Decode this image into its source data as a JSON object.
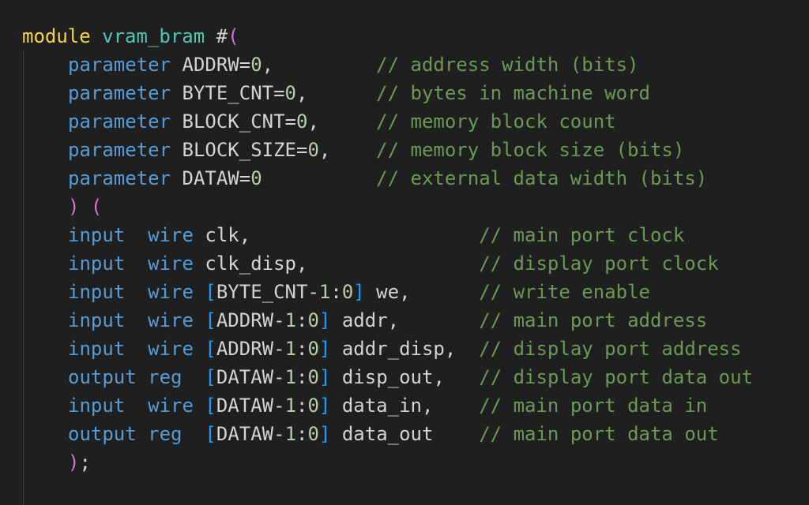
{
  "code": {
    "line1": {
      "module_kw": "module",
      "name": "vram_bram",
      "hash": "#",
      "paren": "("
    },
    "params": [
      {
        "kw": "parameter",
        "name": "ADDRW",
        "eq": "=",
        "val": "0",
        "sep": ",",
        "comment": "// address width (bits)"
      },
      {
        "kw": "parameter",
        "name": "BYTE_CNT",
        "eq": "=",
        "val": "0",
        "sep": ",",
        "comment": "// bytes in machine word"
      },
      {
        "kw": "parameter",
        "name": "BLOCK_CNT",
        "eq": "=",
        "val": "0",
        "sep": ",",
        "comment": "// memory block count"
      },
      {
        "kw": "parameter",
        "name": "BLOCK_SIZE",
        "eq": "=",
        "val": "0",
        "sep": ",",
        "comment": "// memory block size (bits)"
      },
      {
        "kw": "parameter",
        "name": "DATAW",
        "eq": "=",
        "val": "0",
        "sep": "",
        "comment": "// external data width (bits)"
      }
    ],
    "param_close": {
      "close": ")",
      "open": "("
    },
    "ports": [
      {
        "dir": "input",
        "kind": "wire",
        "lb": "",
        "width_id": "",
        "minus": "",
        "msb": "",
        "colon": "",
        "lsb": "",
        "rb": "",
        "name": "clk",
        "sep": ",",
        "comment": "// main port clock"
      },
      {
        "dir": "input",
        "kind": "wire",
        "lb": "",
        "width_id": "",
        "minus": "",
        "msb": "",
        "colon": "",
        "lsb": "",
        "rb": "",
        "name": "clk_disp",
        "sep": ",",
        "comment": "// display port clock"
      },
      {
        "dir": "input",
        "kind": "wire",
        "lb": "[",
        "width_id": "BYTE_CNT",
        "minus": "-",
        "msb": "1",
        "colon": ":",
        "lsb": "0",
        "rb": "]",
        "name": "we",
        "sep": ",",
        "comment": "// write enable"
      },
      {
        "dir": "input",
        "kind": "wire",
        "lb": "[",
        "width_id": "ADDRW",
        "minus": "-",
        "msb": "1",
        "colon": ":",
        "lsb": "0",
        "rb": "]",
        "name": "addr",
        "sep": ",",
        "comment": "// main port address"
      },
      {
        "dir": "input",
        "kind": "wire",
        "lb": "[",
        "width_id": "ADDRW",
        "minus": "-",
        "msb": "1",
        "colon": ":",
        "lsb": "0",
        "rb": "]",
        "name": "addr_disp",
        "sep": ",",
        "comment": "// display port address"
      },
      {
        "dir": "output",
        "kind": "reg",
        "lb": "[",
        "width_id": "DATAW",
        "minus": "-",
        "msb": "1",
        "colon": ":",
        "lsb": "0",
        "rb": "]",
        "name": "disp_out",
        "sep": ",",
        "comment": "// display port data out"
      },
      {
        "dir": "input",
        "kind": "wire",
        "lb": "[",
        "width_id": "DATAW",
        "minus": "-",
        "msb": "1",
        "colon": ":",
        "lsb": "0",
        "rb": "]",
        "name": "data_in",
        "sep": ",",
        "comment": "// main port data in"
      },
      {
        "dir": "output",
        "kind": "reg",
        "lb": "[",
        "width_id": "DATAW",
        "minus": "-",
        "msb": "1",
        "colon": ":",
        "lsb": "0",
        "rb": "]",
        "name": "data_out",
        "sep": "",
        "comment": "// main port data out"
      }
    ],
    "end": {
      "close": ")",
      "semi": ";"
    }
  },
  "colors": {
    "background": "#1f1f1f",
    "keyword_module": "#f5d547",
    "type_name": "#4ec9b0",
    "keyword": "#569cd6",
    "number": "#b5cea8",
    "comment": "#6a9955",
    "bracket_level1": "#da70d6",
    "bracket_level2": "#179fff"
  }
}
